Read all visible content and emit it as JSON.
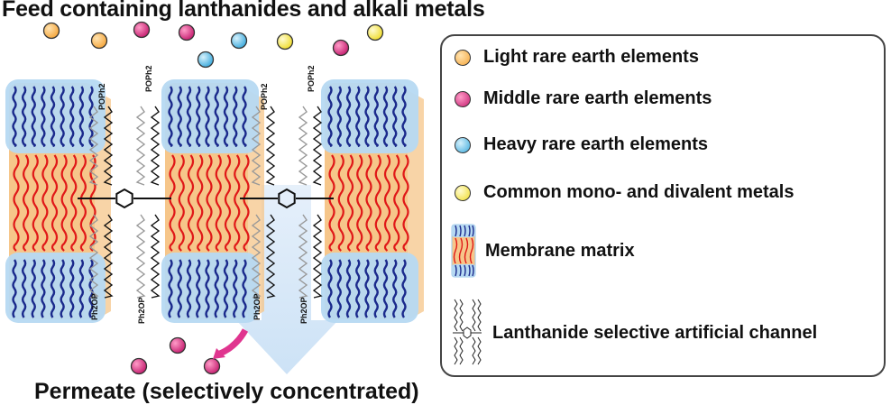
{
  "feed_label": "Feed containing lanthanides and alkali metals",
  "permeate_label": "Permeate (selectively concentrated)",
  "colors": {
    "light": "#f5a53a",
    "middle": "#d8287f",
    "heavy": "#5cc0e8",
    "common": "#f6ea4c",
    "membrane_blue": "#b6d9f2",
    "membrane_orange": "#f6c68a",
    "strand_blue": "#1b2a8c",
    "strand_red": "#e01818",
    "arrow_blue": "#cfe4f7",
    "arrow_pink": "#e0358f"
  },
  "legend": {
    "items": [
      {
        "label": "Light rare earth elements",
        "icon": "light-ree-dot"
      },
      {
        "label": "Middle rare earth elements",
        "icon": "middle-ree-dot"
      },
      {
        "label": "Heavy rare earth elements",
        "icon": "heavy-ree-dot"
      },
      {
        "label": "Common mono- and divalent metals",
        "icon": "common-metal-dot"
      },
      {
        "label": "Membrane matrix",
        "icon": "membrane-icon"
      },
      {
        "label": "Lanthanide selective artificial channel",
        "icon": "channel-icon"
      }
    ]
  },
  "channel_labels": {
    "top": "POPh",
    "bottom": "Ph",
    "bottom_suffix": "OP",
    "sub": "2"
  }
}
